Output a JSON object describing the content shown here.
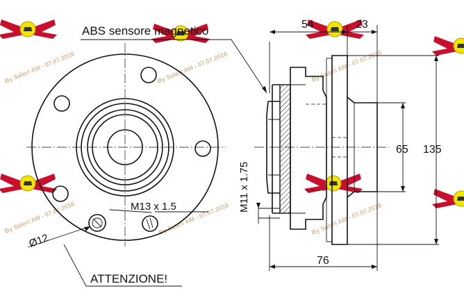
{
  "labels": {
    "abs_sensor": "ABS sensore magnetico",
    "thread_front": "M13 x 1.5",
    "thread_side": "M11 x 1.75",
    "hole_diameter": "Ø12",
    "warning": "ATTENZIONE!"
  },
  "dimensions": {
    "hub_width": "54",
    "flange_width": "23",
    "pilot_diameter": "65",
    "flange_diameter": "135",
    "overall_width": "76"
  },
  "watermark": {
    "text": "By Saleri AM - 07.07.2016",
    "colors": {
      "wing": "#c8102e",
      "badge": "#f2e600",
      "text": "#c9a47a"
    }
  }
}
